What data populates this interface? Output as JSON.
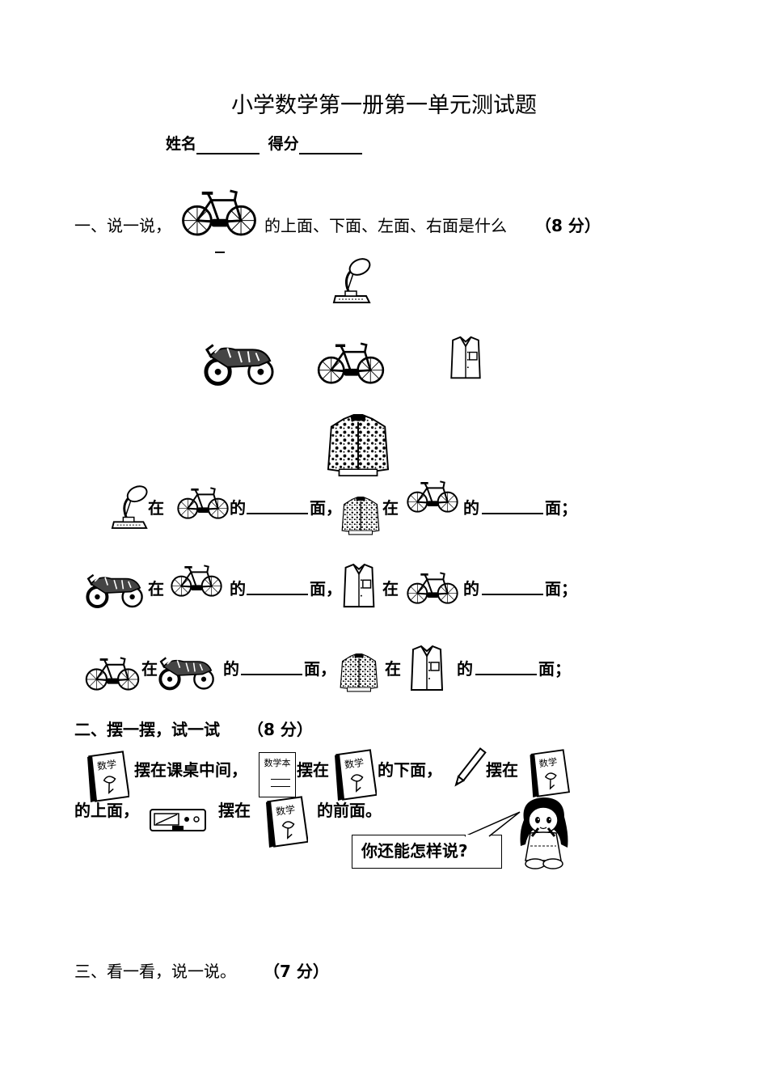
{
  "title": "小学数学第一册第一单元测试题",
  "header": {
    "name_label": "姓名",
    "score_label": "得分"
  },
  "q1": {
    "prefix": "一、说一说，",
    "suffix": "的上面、下面、左面、右面是什么",
    "points": "（8 分）",
    "word_zai": "在",
    "word_de": "的",
    "word_mian": "面，",
    "word_mian_end": "面；"
  },
  "q2": {
    "heading": "二、摆一摆，试一试",
    "points": "（8 分）",
    "l1_a": "摆在课桌中间，",
    "l1_b": "摆在",
    "l1_c": "的下面，",
    "l1_d": "摆在",
    "l2_a": "的上面，",
    "l2_b": "摆在",
    "l2_c": "的前面。",
    "speech": "你还能怎样说?",
    "book_text": "数学",
    "notebook_text": "数学本"
  },
  "q3": {
    "heading": "三、看一看，说一说。",
    "points": "（7 分）"
  },
  "icons": [
    "bicycle-icon",
    "lamp-icon",
    "motorcycle-icon",
    "shirt-icon",
    "jacket-icon",
    "math-book-icon",
    "notebook-icon",
    "pencil-icon",
    "pencil-box-icon",
    "girl-icon"
  ]
}
